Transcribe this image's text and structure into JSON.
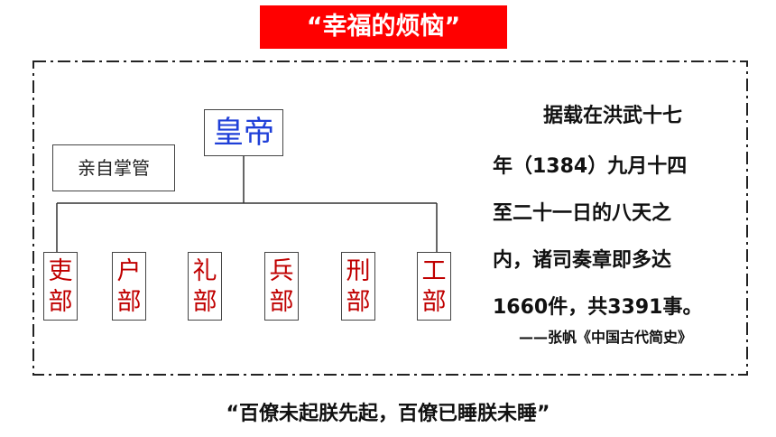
{
  "title": "“幸福的烦恼”",
  "diagram": {
    "emperor": "皇帝",
    "self_manage": "亲自掌管",
    "ministries": [
      {
        "line1": "吏",
        "line2": "部"
      },
      {
        "line1": "户",
        "line2": "部"
      },
      {
        "line1": "礼",
        "line2": "部"
      },
      {
        "line1": "兵",
        "line2": "部"
      },
      {
        "line1": "刑",
        "line2": "部"
      },
      {
        "line1": "工",
        "line2": "部"
      }
    ]
  },
  "quote": {
    "lines": [
      "据载在洪武十七",
      "年（1384）九月十四",
      "至二十一日的八天之",
      "内，诸司奏章即多达",
      "1660件，共3391事。"
    ],
    "source": "——张帆《中国古代简史》"
  },
  "bottom_quote": "“百僚未起朕先起，百僚已睡朕未睡”",
  "colors": {
    "banner_bg": "#ff0000",
    "emperor_text": "#1f3fd8",
    "ministry_text": "#c00000"
  }
}
